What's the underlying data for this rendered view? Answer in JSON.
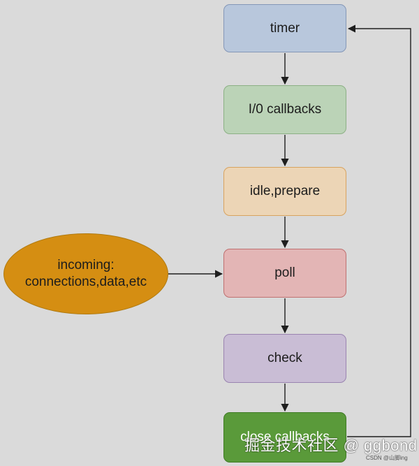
{
  "diagram": {
    "nodes": {
      "timer": {
        "label": "timer",
        "fill": "#b8c7dc",
        "stroke": "#8497b7"
      },
      "io_callbacks": {
        "label": "I/0 callbacks",
        "fill": "#bbd3b7",
        "stroke": "#8cb085"
      },
      "idle_prepare": {
        "label": "idle,prepare",
        "fill": "#ecd5b6",
        "stroke": "#d8a35f"
      },
      "poll": {
        "label": "poll",
        "fill": "#e3b5b5",
        "stroke": "#bf7070"
      },
      "check": {
        "label": "check",
        "fill": "#c9bdd5",
        "stroke": "#9a84b0"
      },
      "close_callbacks": {
        "label": "close callbacks",
        "fill": "#5a9a3a",
        "stroke": "#3f7b24"
      }
    },
    "source": {
      "line1": "incoming:",
      "line2": "connections,data,etc",
      "fill": "#d58e12"
    },
    "edge_color": "#1e1e1e"
  },
  "watermark": {
    "text": "掘金技术社区 @ ggbond",
    "footer": "CSDN @山脚ing"
  }
}
